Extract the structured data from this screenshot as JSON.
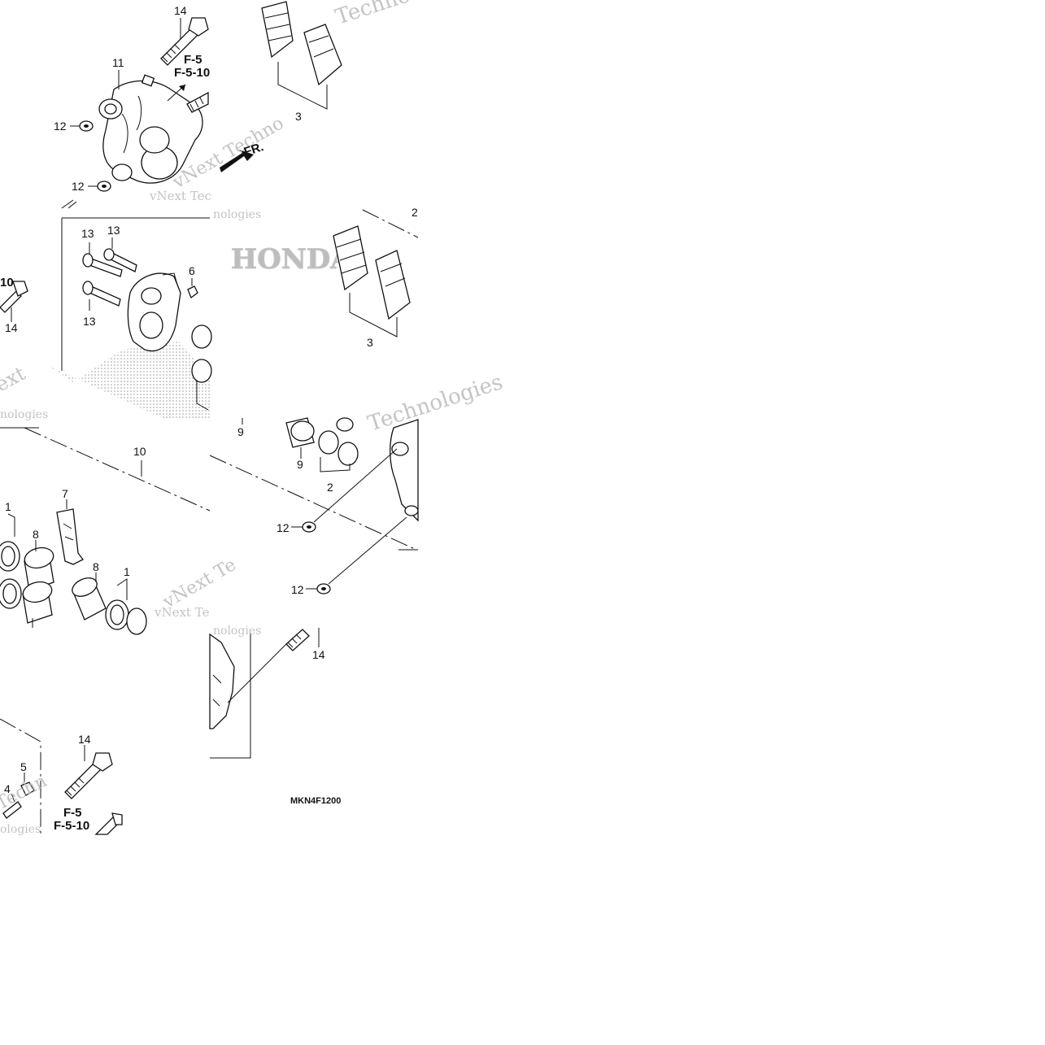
{
  "diagram": {
    "code": "MKN4F1200",
    "direction_label": "FR.",
    "ref_labels": [
      "F-5",
      "F-5-10"
    ],
    "watermarks": [
      "Techno",
      "vNext Tec",
      "vNext Techno",
      "nologies",
      "nologies",
      "Technologies",
      "vNext Te",
      "vNext Te",
      "nologies",
      "ext",
      "ologies",
      "Techn",
      "HONDA"
    ],
    "callouts": [
      "14",
      "11",
      "12",
      "12",
      "3",
      "13",
      "13",
      "6",
      "13",
      "10",
      "14",
      "2",
      "3",
      "9",
      "9",
      "2",
      "10",
      "7",
      "1",
      "8",
      "8",
      "1",
      "12",
      "12",
      "14",
      "14",
      "5",
      "4"
    ],
    "colors": {
      "ink": "#111111",
      "watermark": "#bdbdbd",
      "stipple": "#9a9a9a"
    }
  }
}
